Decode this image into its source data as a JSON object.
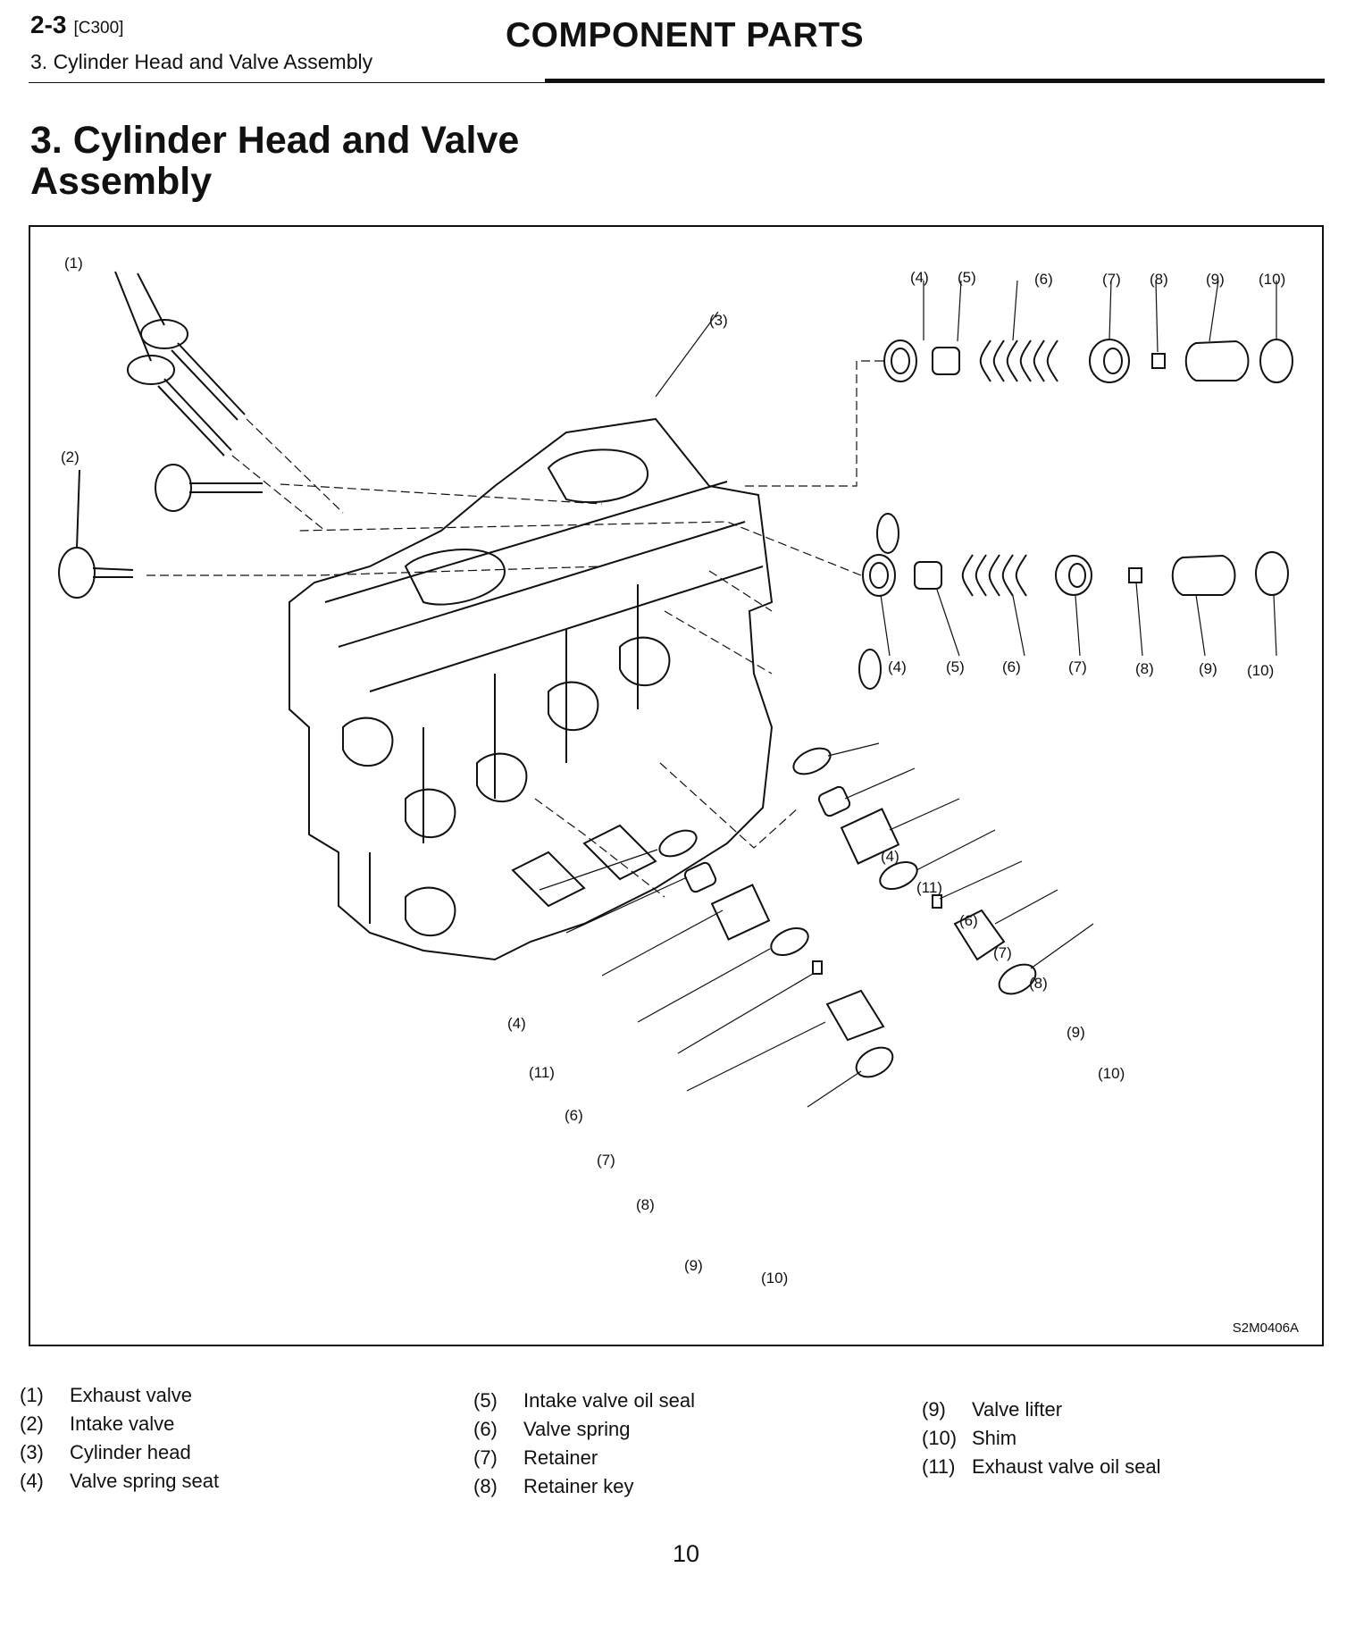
{
  "header": {
    "section_code": "2-3",
    "doc_code": "[C300]",
    "subtitle": "3. Cylinder Head and Valve Assembly",
    "title": "COMPONENT PARTS"
  },
  "section_title": "3. Cylinder Head and Valve Assembly",
  "figure": {
    "id": "S2M0406A",
    "callouts": {
      "c1": "(1)",
      "c2": "(2)",
      "c3": "(3)",
      "top_row": [
        "(4)",
        "(5)",
        "(6)",
        "(7)",
        "(8)",
        "(9)",
        "(10)"
      ],
      "mid_row": [
        "(4)",
        "(5)",
        "(6)",
        "(7)",
        "(8)",
        "(9)",
        "(10)"
      ],
      "right_diag": [
        "(4)",
        "(11)",
        "(6)",
        "(7)",
        "(8)",
        "(9)",
        "(10)"
      ],
      "left_diag": [
        "(4)",
        "(11)",
        "(6)",
        "(7)",
        "(8)",
        "(9)",
        "(10)"
      ]
    }
  },
  "legend": {
    "col1": [
      {
        "num": "(1)",
        "label": "Exhaust valve"
      },
      {
        "num": "(2)",
        "label": "Intake valve"
      },
      {
        "num": "(3)",
        "label": "Cylinder head"
      },
      {
        "num": "(4)",
        "label": "Valve spring seat"
      }
    ],
    "col2": [
      {
        "num": "(5)",
        "label": "Intake valve oil seal"
      },
      {
        "num": "(6)",
        "label": "Valve spring"
      },
      {
        "num": "(7)",
        "label": "Retainer"
      },
      {
        "num": "(8)",
        "label": "Retainer key"
      }
    ],
    "col3": [
      {
        "num": "(9)",
        "label": "Valve lifter"
      },
      {
        "num": "(10)",
        "label": "Shim"
      },
      {
        "num": "(11)",
        "label": "Exhaust valve oil seal"
      }
    ]
  },
  "page_number": "10"
}
